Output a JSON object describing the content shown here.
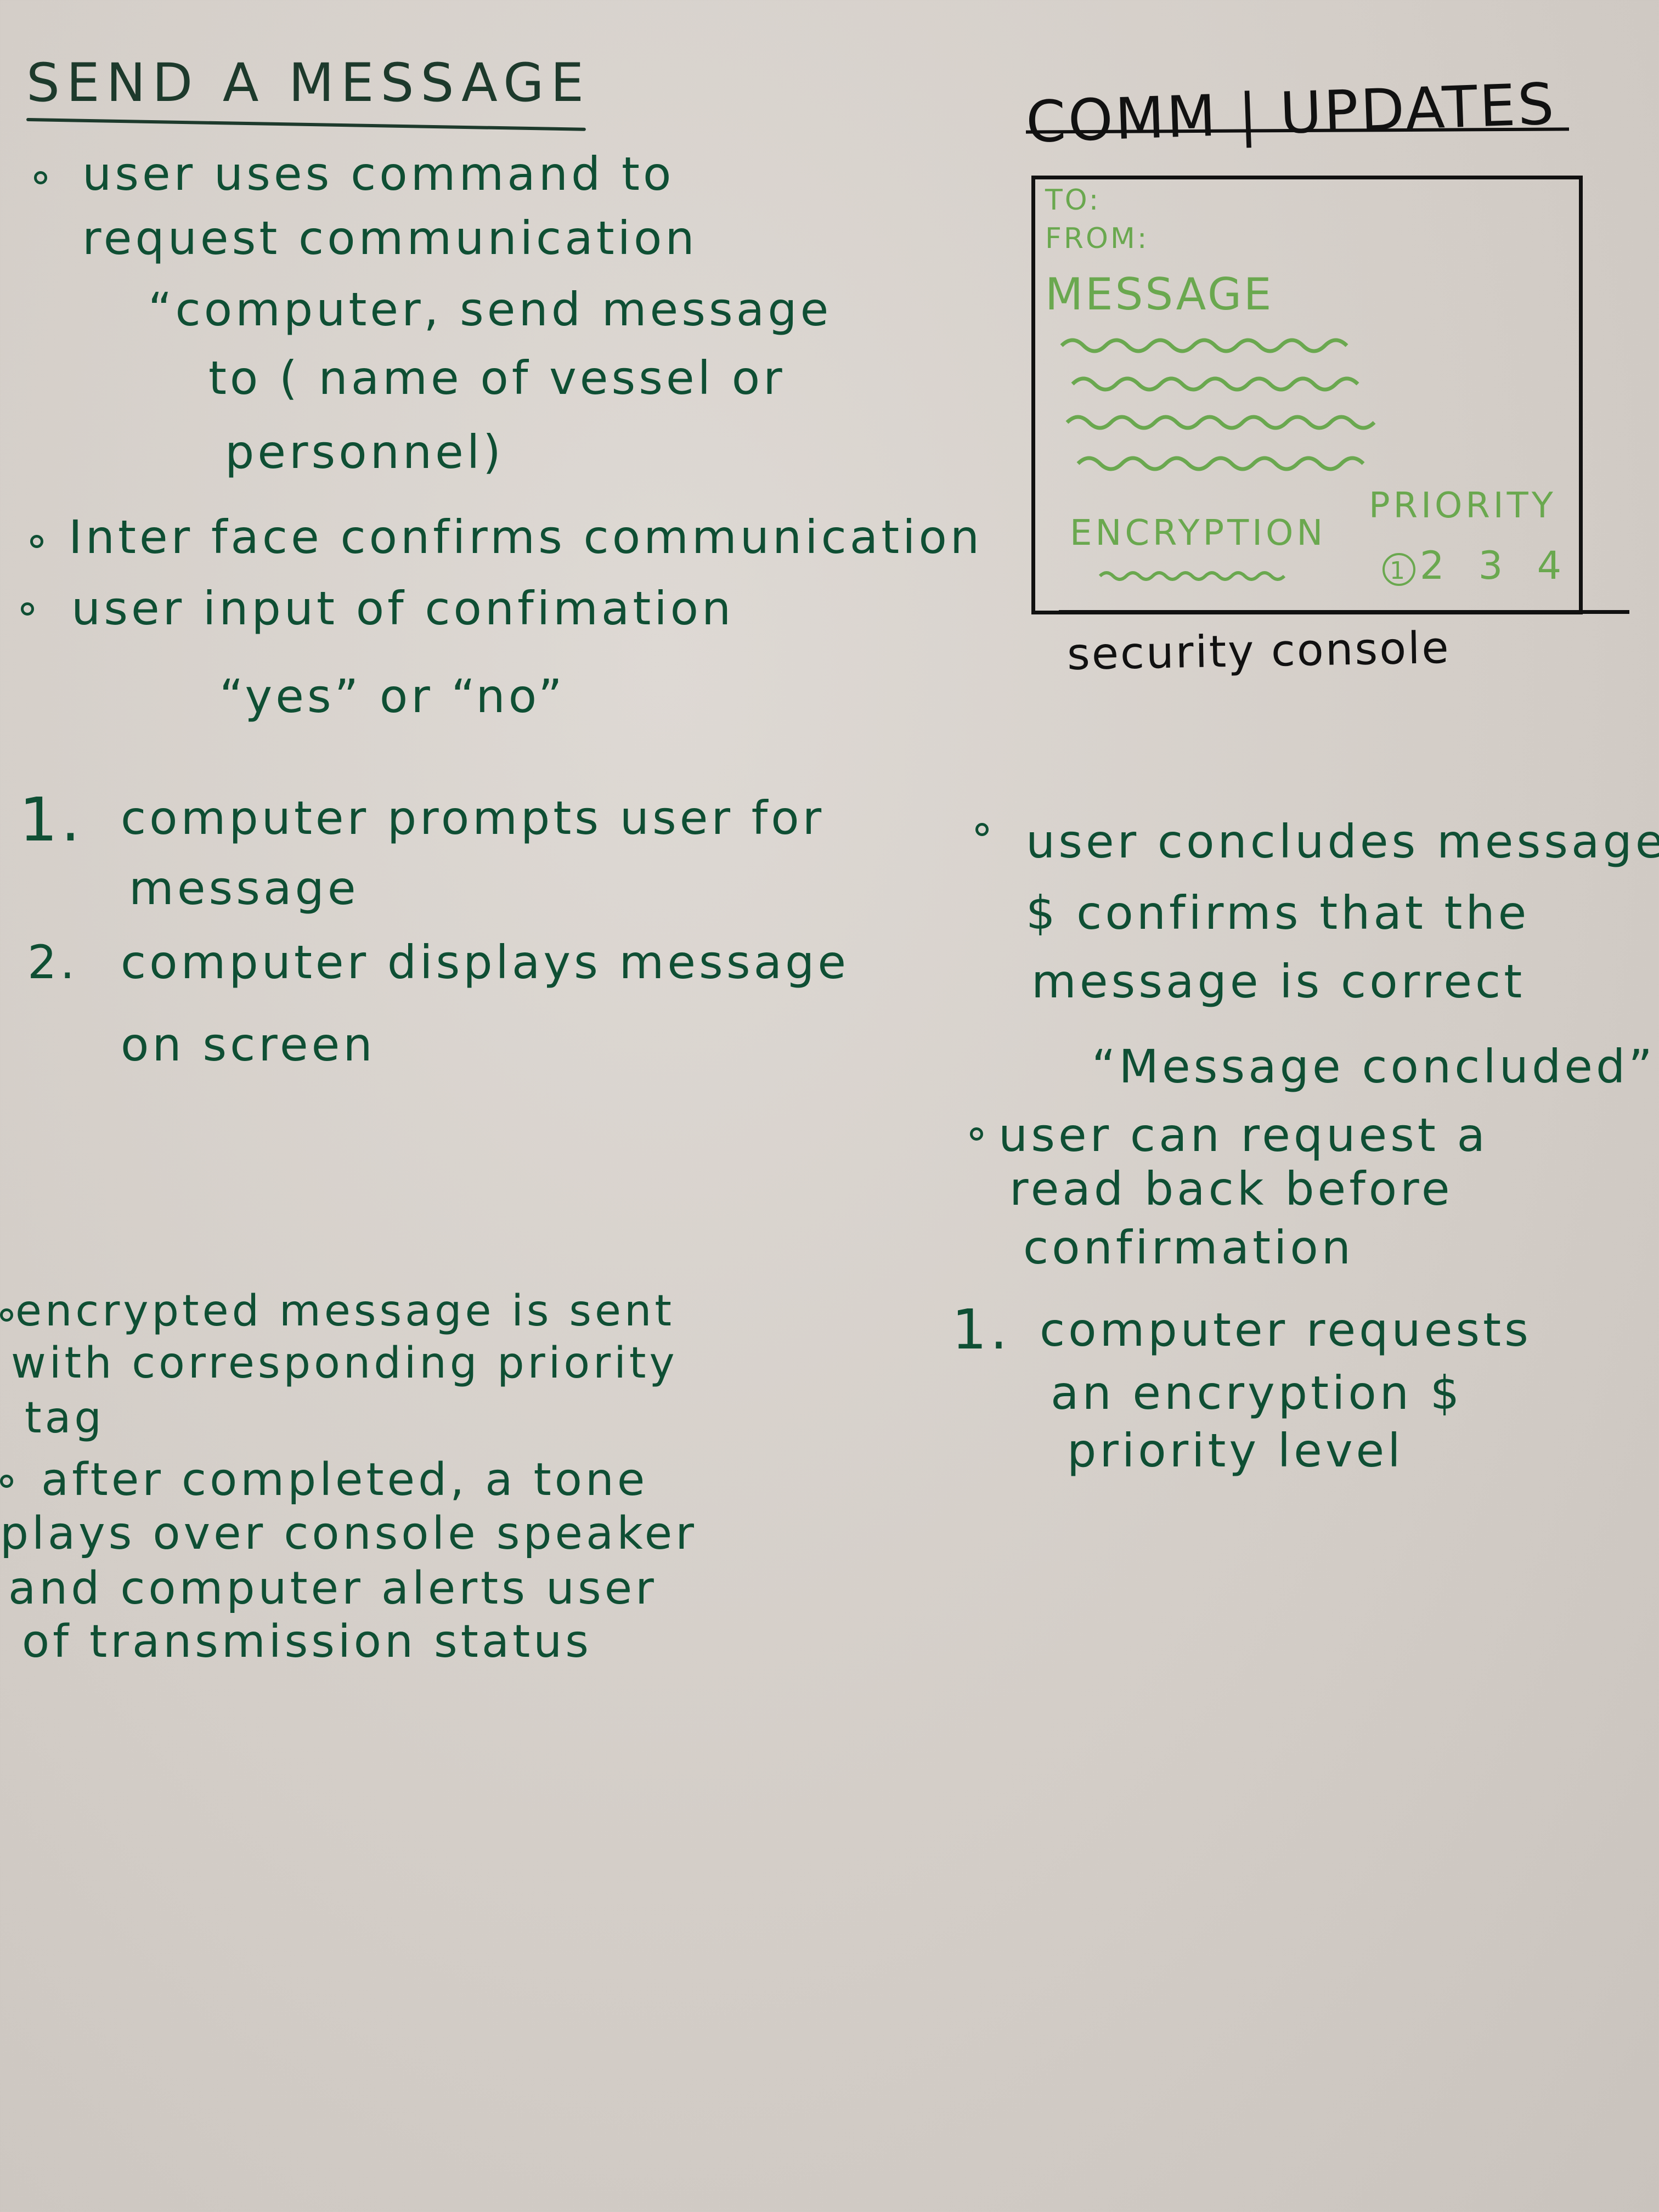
{
  "heading": "SEND A MESSAGE",
  "left_top": {
    "bullet1_line1": "user   uses  command to",
    "bullet1_line2": "request  communication",
    "quote_line1": "“computer,  send  message",
    "quote_line2": "to ( name   of vessel or",
    "quote_line3": "personnel)",
    "bullet2": "Inter face   confirms  communication",
    "bullet3": "user  input  of  confimation",
    "yes_no": "“yes”   or   “no”"
  },
  "left_steps": {
    "step1_num": "1.",
    "step1_line1": "computer  prompts  user  for",
    "step1_line2": "message",
    "step2_num": "2.",
    "step2_line1": "computer  displays  message",
    "step2_line2": "on  screen"
  },
  "left_bottom": {
    "bullet1_line1": "encrypted message  is  sent",
    "bullet1_line2": "with  corresponding   priority",
    "bullet1_line3": "tag",
    "bullet2_line1": "after  completed,  a tone",
    "bullet2_line2": "plays   over console  speaker",
    "bullet2_line3": "and computer  alerts  user",
    "bullet2_line4": "of  transmission   status"
  },
  "sketch": {
    "title": "COMM | UPDATES",
    "to_label": "TO:",
    "from_label": "FROM:",
    "message_label": "MESSAGE",
    "encryption_label": "ENCRYPTION",
    "priority_label": "PRIORITY",
    "priority_selected": "1",
    "priority_others": "2 3 4",
    "caption": "security  console",
    "ink_color": "#6aa84f"
  },
  "right": {
    "bullet1_line1": "user  concludes  message",
    "bullet1_line2": "$   confirms  that  the",
    "bullet1_line3": "message    is  correct",
    "quote": "“Message  concluded”",
    "bullet2_line1": "user  can  request  a",
    "bullet2_line2": "read back  before",
    "bullet2_line3": "confirmation",
    "step1_num": "1.",
    "step1_line1": "computer  requests",
    "step1_line2": "an  encryption  $",
    "step1_line3": "priority  level"
  },
  "colors": {
    "paper": "#d6d1cb",
    "dark_green_ink": "#0f4f34",
    "light_green_ink": "#6aa84f",
    "black_ink": "#111111"
  }
}
